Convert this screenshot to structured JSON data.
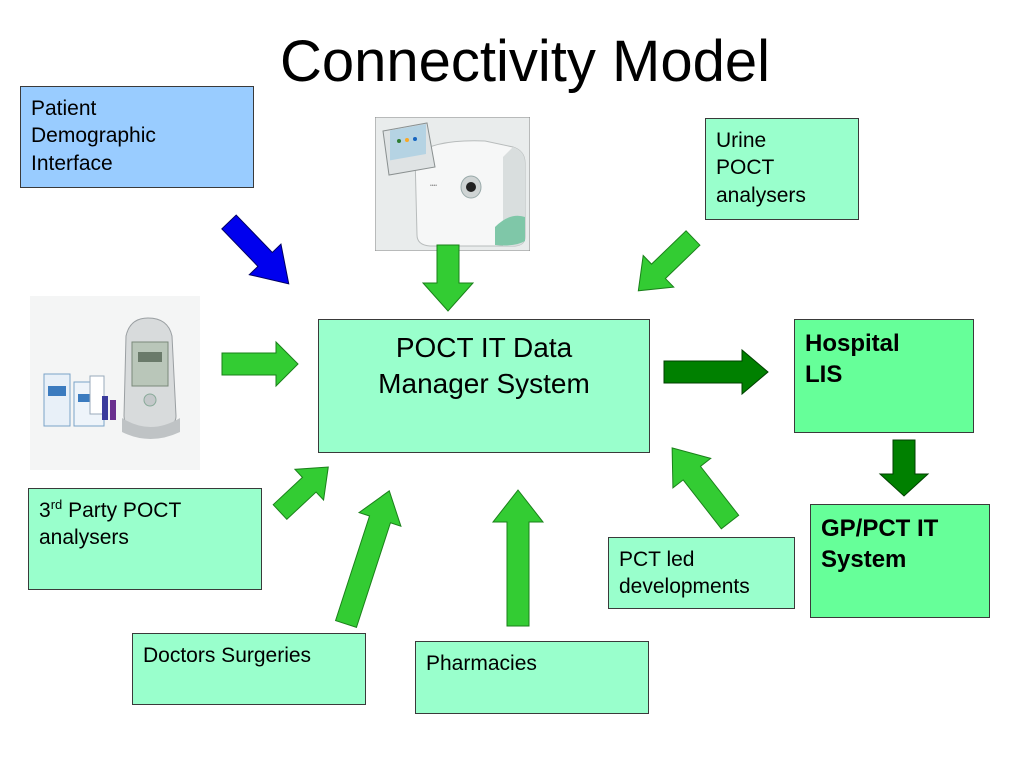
{
  "title": "Connectivity Model",
  "colors": {
    "box_fill": "#99ffcc",
    "lis_fill": "#66ff99",
    "pdi_fill": "#99ccff",
    "arrow_green": "#33cc33",
    "arrow_dark_green": "#008000",
    "arrow_blue": "#0000ee"
  },
  "boxes": {
    "patient_demographic": "Patient\nDemographic\nInterface",
    "urine_poct": "Urine\nPOCT\nanalysers",
    "central": "POCT IT Data\nManager System",
    "hospital_lis": "Hospital\nLIS",
    "gp_pct": "GP/PCT IT\nSystem",
    "third_party": {
      "prefix": "3",
      "sup": "rd",
      "rest": " Party POCT\nanalysers"
    },
    "pct_led": "PCT led\ndevelopments",
    "doctors": "Doctors Surgeries",
    "pharmacies": "Pharmacies"
  },
  "images": {
    "top_device": "poct-analyser-photo",
    "left_device": "handheld-meter-photo"
  }
}
